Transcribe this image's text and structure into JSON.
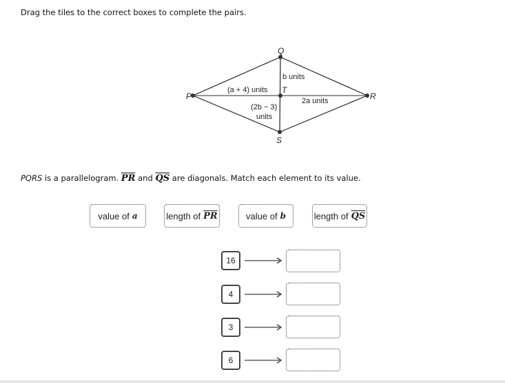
{
  "instructions": "Drag the tiles to the correct boxes to complete the pairs.",
  "diagram": {
    "points": {
      "P": "P",
      "Q": "Q",
      "R": "R",
      "S": "S",
      "T": "T"
    },
    "labels": {
      "PT": "(a + 4) units",
      "QT": "b units",
      "TR": "2a units",
      "TS_line1": "(2b − 3)",
      "TS_line2": "units"
    }
  },
  "prompt": {
    "shape": "PQRS",
    "text1": " is a parallelogram. ",
    "diag1": "PR",
    "and": " and ",
    "diag2": "QS",
    "text2": " are diagonals. Match each element to its value."
  },
  "tiles": [
    {
      "label": "value of",
      "var": "a"
    },
    {
      "label": "length of",
      "var": "PR"
    },
    {
      "label": "value of",
      "var": "b"
    },
    {
      "label": "length of",
      "var": "QS"
    }
  ],
  "pairs": [
    {
      "value": "16"
    },
    {
      "value": "4"
    },
    {
      "value": "3"
    },
    {
      "value": "6"
    }
  ]
}
